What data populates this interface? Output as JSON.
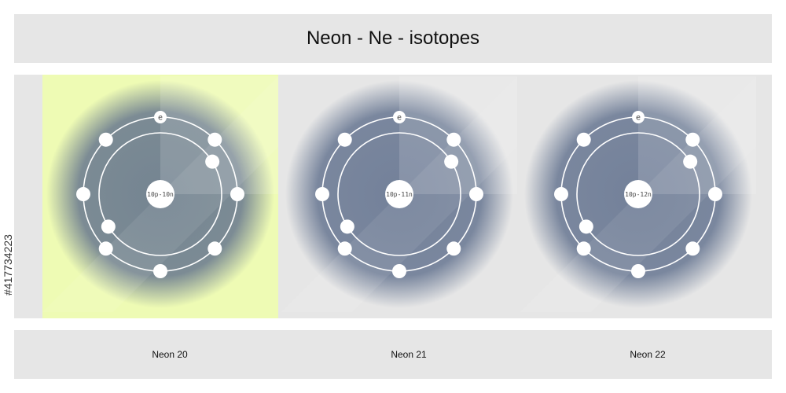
{
  "title": "Neon - Ne - isotopes",
  "stock_id": "#417734223",
  "colors": {
    "page_background": "#ffffff",
    "band_gray": "#e6e6e6",
    "glow": "#5f6f8c",
    "highlight": "#eefbb4",
    "particles": "#ffffff"
  },
  "isotopes": [
    {
      "name": "Neon 20",
      "nucleus": "10p-10n",
      "electron_label": "e",
      "selected": true,
      "inner_shell_electrons": 2,
      "outer_shell_electrons": 8
    },
    {
      "name": "Neon 21",
      "nucleus": "10p-11n",
      "electron_label": "e",
      "selected": false,
      "inner_shell_electrons": 2,
      "outer_shell_electrons": 8
    },
    {
      "name": "Neon 22",
      "nucleus": "10p-12n",
      "electron_label": "e",
      "selected": false,
      "inner_shell_electrons": 2,
      "outer_shell_electrons": 8
    }
  ]
}
